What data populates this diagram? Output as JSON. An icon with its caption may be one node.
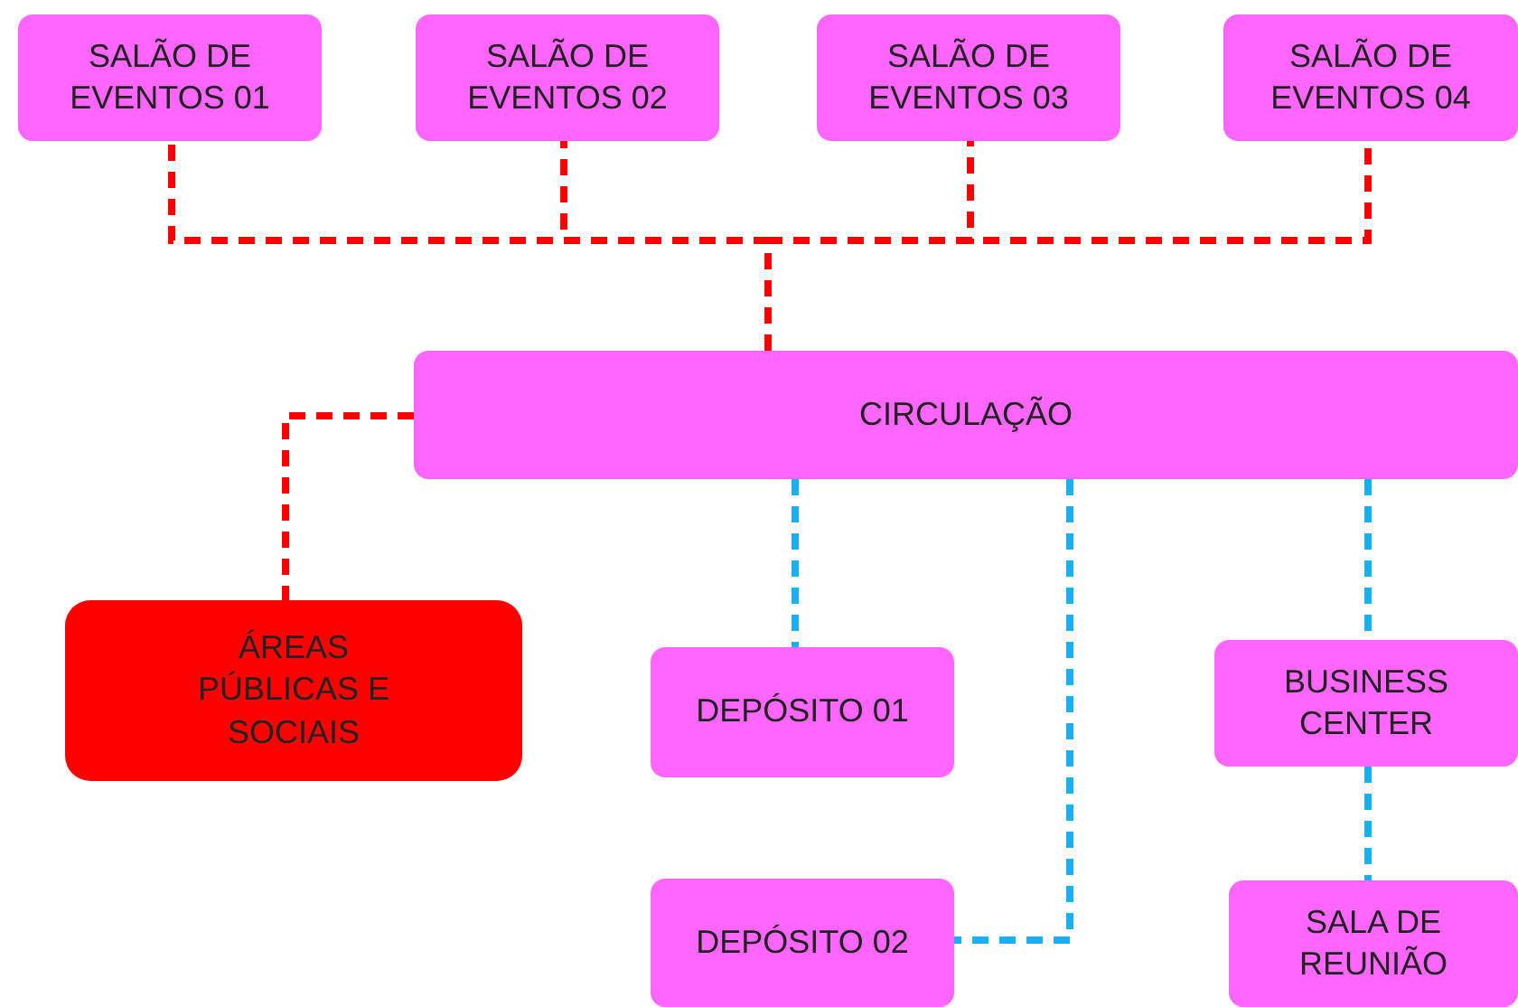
{
  "diagram": {
    "nodes": [
      {
        "text": [
          "SALÃO DE EVENTOS 01"
        ]
      },
      {
        "text": [
          "SALÃO DE EVENTOS 02"
        ]
      },
      {
        "text": [
          "SALÃO DE EVENTOS 03"
        ]
      },
      {
        "text": [
          "SALÃO DE EVENTOS 04"
        ]
      },
      {
        "text": [
          "CIRCULAÇÃO"
        ]
      },
      {
        "text": [
          "ÁREAS PÚBLICAS E SOCIAIS"
        ]
      },
      {
        "text": [
          "DEPÓSITO 01"
        ]
      },
      {
        "text": [
          "BUSINESS CENTER"
        ]
      },
      {
        "text": [
          "DEPÓSITO 02"
        ]
      },
      {
        "text": [
          "SALA DE REUNIÃO"
        ]
      }
    ],
    "edges": [
      {
        "from": 0,
        "to": 4,
        "arrow": "none",
        "style": "dashed"
      },
      {
        "from": 1,
        "to": 4,
        "arrow": "none",
        "style": "dashed"
      },
      {
        "from": 2,
        "to": 4,
        "arrow": "none",
        "style": "dashed"
      },
      {
        "from": 3,
        "to": 4,
        "arrow": "none",
        "style": "dashed"
      },
      {
        "from": 4,
        "to": 5,
        "arrow": "none",
        "style": "dashed"
      },
      {
        "from": 4,
        "to": 6,
        "arrow": "none",
        "style": "dashed",
        "color": "#1ab0ef"
      },
      {
        "from": 4,
        "to": 8,
        "arrow": "none",
        "style": "dashed",
        "color": "#1ab0ef"
      },
      {
        "from": 4,
        "to": 7,
        "arrow": "none",
        "style": "dashed",
        "color": "#1ab0ef"
      },
      {
        "from": 7,
        "to": 9,
        "arrow": "none",
        "style": "dashed",
        "color": "#1ab0ef"
      }
    ]
  }
}
